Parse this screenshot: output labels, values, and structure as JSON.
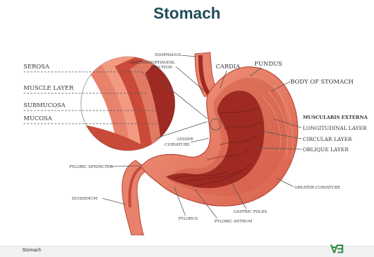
{
  "title": "Stomach",
  "labels": {
    "serosa": "SEROSA",
    "muscle_layer": "MUSCLE LAYER",
    "submucosa": "SUBMUCOSA",
    "mucosa": "MUCOSA",
    "esophagus": "ESOPHAGUS",
    "ge_junction_1": "GASTROESOPHAGEAL",
    "ge_junction_2": "JUNCTION",
    "cardia": "CARDIA",
    "fundus": "FUNDUS",
    "body_of_stomach": "BODY OF STOMACH",
    "muscularis_externa": "MUSCULARIS EXTERNA",
    "longitudinal_layer": "LONGITUDINAL LAYER",
    "circular_layer": "CIRCULAR LAYER",
    "oblique_layer": "OBLIQUE LAYER",
    "lesser_curvature_1": "LESSER",
    "lesser_curvature_2": "CURVATURE",
    "pyloric_sphincter": "PYLORIC SPHINCTER",
    "duodenum": "DUODENUM",
    "greater_curvature": "GREATER CURVATURE",
    "gastric_folds": "GASTRIC FOLDS",
    "pylorus": "PYLORUS",
    "pyloric_antrum": "PYLORIC ANTRUM"
  },
  "footer": {
    "text": "Stomach",
    "logo": "∀∃"
  },
  "colors": {
    "title": "#1f4d57",
    "outer_wall": "#e8826c",
    "inner_wall": "#c94a38",
    "mucosa": "#9e2a22",
    "logo": "#2f8d46"
  }
}
